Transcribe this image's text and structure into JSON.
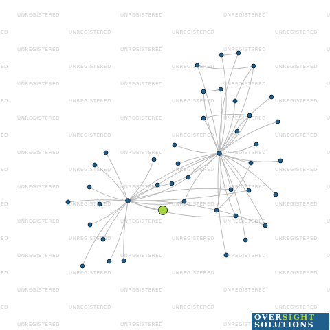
{
  "watermark": {
    "text": "UNREGISTERED"
  },
  "logo": {
    "word1": "OVER",
    "word2": "SIGHT",
    "word3": "SOLUTIONS"
  },
  "colors": {
    "node": "#1f5f8b",
    "highlight": "#a6d73c",
    "edge": "#bbbbbb",
    "node_stroke": "#0b1b2a"
  },
  "graph": {
    "hubs": [
      "hub_right",
      "hub_left"
    ],
    "highlighted": "focus",
    "nodes": [
      "hub_right",
      "hub_left",
      "focus",
      "n1",
      "n2",
      "n3",
      "n4",
      "n5",
      "n6",
      "n7",
      "n8",
      "n9",
      "n10",
      "n11",
      "n12",
      "n13",
      "n14",
      "n15",
      "n16",
      "n17",
      "n18",
      "n19",
      "n20",
      "n21",
      "n22",
      "n23",
      "n24",
      "n25",
      "n26",
      "n27",
      "n28",
      "n29",
      "n30",
      "n31",
      "n32",
      "n33",
      "n34",
      "n35",
      "n36",
      "n37",
      "n38"
    ],
    "edges": [
      [
        "hub_right",
        "n1"
      ],
      [
        "hub_right",
        "n2"
      ],
      [
        "hub_right",
        "n3"
      ],
      [
        "hub_right",
        "n4"
      ],
      [
        "hub_right",
        "n5"
      ],
      [
        "hub_right",
        "n6"
      ],
      [
        "hub_right",
        "n7"
      ],
      [
        "hub_right",
        "n8"
      ],
      [
        "hub_right",
        "n9"
      ],
      [
        "hub_right",
        "n10"
      ],
      [
        "hub_right",
        "n11"
      ],
      [
        "hub_right",
        "n12"
      ],
      [
        "hub_right",
        "n13"
      ],
      [
        "hub_right",
        "n14"
      ],
      [
        "hub_right",
        "n15"
      ],
      [
        "hub_right",
        "n16"
      ],
      [
        "hub_right",
        "n17"
      ],
      [
        "hub_right",
        "n18"
      ],
      [
        "hub_right",
        "n19"
      ],
      [
        "hub_right",
        "n20"
      ],
      [
        "hub_right",
        "n21"
      ],
      [
        "hub_right",
        "n22"
      ],
      [
        "hub_right",
        "n23"
      ],
      [
        "n1",
        "n2"
      ],
      [
        "n3",
        "n4"
      ],
      [
        "n9",
        "n10"
      ],
      [
        "n5",
        "n6"
      ],
      [
        "n20",
        "n21"
      ],
      [
        "n7",
        "n4"
      ],
      [
        "hub_left",
        "n24"
      ],
      [
        "hub_left",
        "n25"
      ],
      [
        "hub_left",
        "n26"
      ],
      [
        "hub_left",
        "n27"
      ],
      [
        "hub_left",
        "n28"
      ],
      [
        "hub_left",
        "n29"
      ],
      [
        "hub_left",
        "n30"
      ],
      [
        "hub_left",
        "n31"
      ],
      [
        "hub_left",
        "n32"
      ],
      [
        "hub_left",
        "n33"
      ],
      [
        "hub_left",
        "n34"
      ],
      [
        "hub_left",
        "n35"
      ],
      [
        "hub_left",
        "n36"
      ],
      [
        "hub_left",
        "n37"
      ],
      [
        "hub_left",
        "n38"
      ],
      [
        "hub_left",
        "focus"
      ],
      [
        "hub_left",
        "n16"
      ],
      [
        "hub_left",
        "n17"
      ],
      [
        "hub_left",
        "n18"
      ],
      [
        "hub_left",
        "n19"
      ],
      [
        "hub_left",
        "hub_right"
      ],
      [
        "n35",
        "hub_right"
      ],
      [
        "n36",
        "hub_right"
      ],
      [
        "n37",
        "hub_right"
      ],
      [
        "n38",
        "hub_right"
      ]
    ]
  }
}
